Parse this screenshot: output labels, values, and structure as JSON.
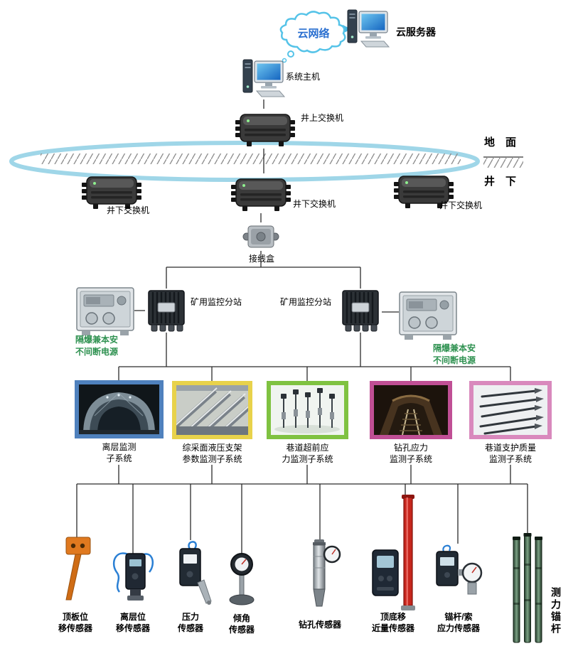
{
  "colors": {
    "ring_network": "#9fd6e8",
    "cloud_outline": "#55c3e8",
    "cloud_text": "#2a6fd0",
    "ups_label_text": "#2e9150",
    "wire": "#2b2b2b"
  },
  "topology": {
    "cloud": {
      "label": "云网络"
    },
    "cloud_server": {
      "label": "云服务器"
    },
    "system_host": {
      "label": "系统主机"
    },
    "surface_switch": {
      "label": "井上交换机"
    },
    "surface_zone_label": "地　面",
    "underground_zone_label": "井　下",
    "underground_switches": [
      {
        "label": "井下交换机"
      },
      {
        "label": "井下交换机"
      },
      {
        "label": "井下交换机"
      }
    ],
    "junction_box": {
      "label": "接线盒"
    },
    "substation_left": {
      "label": "矿用监控分站"
    },
    "substation_right": {
      "label": "矿用监控分站"
    },
    "ups_left": {
      "label_line1": "隔爆兼本安",
      "label_line2": "不间断电源"
    },
    "ups_right": {
      "label_line1": "隔爆兼本安",
      "label_line2": "不间断电源"
    }
  },
  "subsystems": [
    {
      "label_line1": "离层监测",
      "label_line2": "子系统",
      "frame_color": "#4f81bd"
    },
    {
      "label_line1": "综采面液压支架",
      "label_line2": "参数监测子系统",
      "frame_color": "#e8d24b"
    },
    {
      "label_line1": "巷道超前应",
      "label_line2": "力监测子系统",
      "frame_color": "#7fc241"
    },
    {
      "label_line1": "钻孔应力",
      "label_line2": "监测子系统",
      "frame_color": "#c04f95"
    },
    {
      "label_line1": "巷道支护质量",
      "label_line2": "监测子系统",
      "frame_color": "#d989bd"
    }
  ],
  "sensors": [
    {
      "label_line1": "顶板位",
      "label_line2": "移传感器"
    },
    {
      "label_line1": "离层位",
      "label_line2": "移传感器"
    },
    {
      "label_line1": "压力",
      "label_line2": "传感器"
    },
    {
      "label_line1": "倾角",
      "label_line2": "传感器"
    },
    {
      "label_line1": "钻孔传感器"
    },
    {
      "label_line1": "顶底移",
      "label_line2": "近量传感器"
    },
    {
      "label_line1": "锚杆/索",
      "label_line2": "应力传感器"
    },
    {
      "label": "测力锚杆"
    }
  ]
}
